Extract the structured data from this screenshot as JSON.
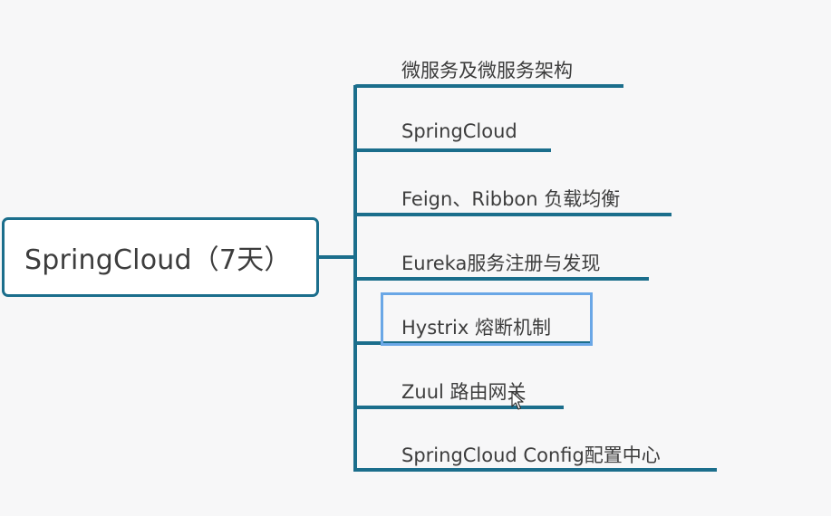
{
  "mindmap": {
    "root": {
      "label": "SpringCloud（7天）"
    },
    "branches": [
      {
        "label": "微服务及微服务架构"
      },
      {
        "label": "SpringCloud"
      },
      {
        "label": "Feign、Ribbon 负载均衡"
      },
      {
        "label": "Eureka服务注册与发现"
      },
      {
        "label": "Hystrix 熔断机制",
        "selected": true
      },
      {
        "label": "Zuul 路由网关"
      },
      {
        "label": "SpringCloud Config配置中心"
      }
    ],
    "colors": {
      "line": "#1b6e8c",
      "selection": "#6aa7e6",
      "text": "#3d3d3d",
      "background": "#f7f7f8"
    }
  }
}
